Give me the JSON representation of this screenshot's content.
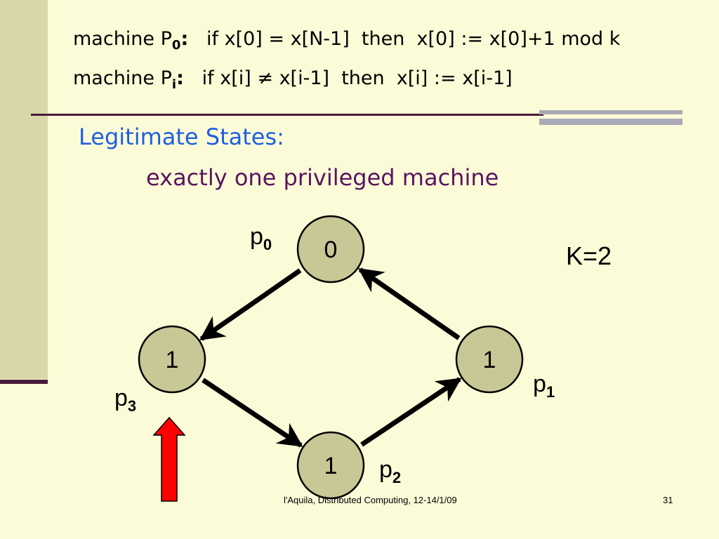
{
  "rules": {
    "p0": {
      "prefix": "machine P",
      "sub": "0",
      "colon": ":",
      "text": "   if x[0] = x[N-1]  then  x[0] := x[0]+1 mod k"
    },
    "pi": {
      "prefix": "machine P",
      "sub": "i",
      "colon": ":",
      "text": "   if x[i] ≠ x[i-1]  then  x[i] := x[i-1]"
    }
  },
  "heading": "Legitimate States:",
  "subheading": "exactly one privileged machine",
  "parameter": "K=2",
  "nodes": [
    {
      "id": "p0",
      "value": "0",
      "label": "p",
      "sub": "0"
    },
    {
      "id": "p1",
      "value": "1",
      "label": "p",
      "sub": "1"
    },
    {
      "id": "p2",
      "value": "1",
      "label": "p",
      "sub": "2"
    },
    {
      "id": "p3",
      "value": "1",
      "label": "p",
      "sub": "3"
    }
  ],
  "edges": [
    {
      "from": "p0",
      "to": "p3"
    },
    {
      "from": "p3",
      "to": "p2"
    },
    {
      "from": "p2",
      "to": "p1"
    },
    {
      "from": "p1",
      "to": "p0"
    }
  ],
  "privileged": "p3",
  "colors": {
    "node_fill": "#c8c796",
    "privilege_arrow": "#ff0000",
    "heading": "#1f5fe0",
    "subheading": "#5a1460"
  },
  "footer": {
    "credit": "l'Aquila, Distributed Computing, 12-14/1/09",
    "page": "31"
  }
}
